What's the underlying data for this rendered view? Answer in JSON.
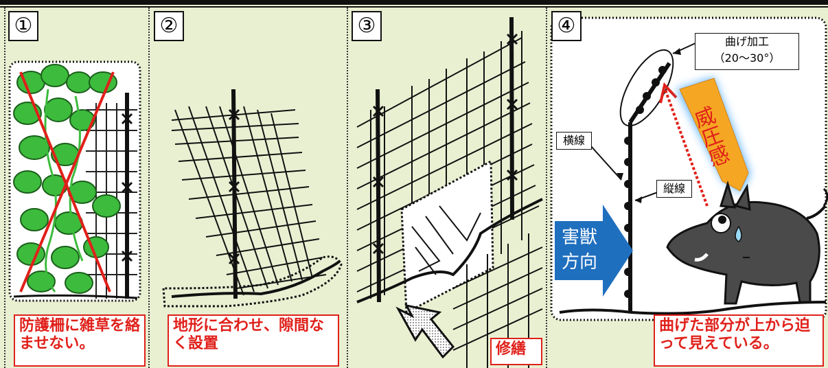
{
  "panels": [
    {
      "number": "①",
      "caption": "防護柵に雑草を絡ませない。"
    },
    {
      "number": "②",
      "caption": "地形に合わせ、隙間なく設置"
    },
    {
      "number": "③",
      "caption": "修繕"
    },
    {
      "number": "④",
      "caption": "曲げた部分が上から迫って見えている。"
    }
  ],
  "labels": {
    "bend": "曲げ加工",
    "bend_angle": "（20～30°）",
    "horizontal_wire": "横線",
    "vertical_wire": "縦線",
    "pressure": "威圧感",
    "pest_direction": "害獣方向"
  },
  "colors": {
    "panel_bg": "#e9f0d2",
    "caption": "#e0201a",
    "arrow_blue": "#1f6fbf",
    "pressure_orange": "#f5a623",
    "leaf": "#3dbb3d"
  }
}
